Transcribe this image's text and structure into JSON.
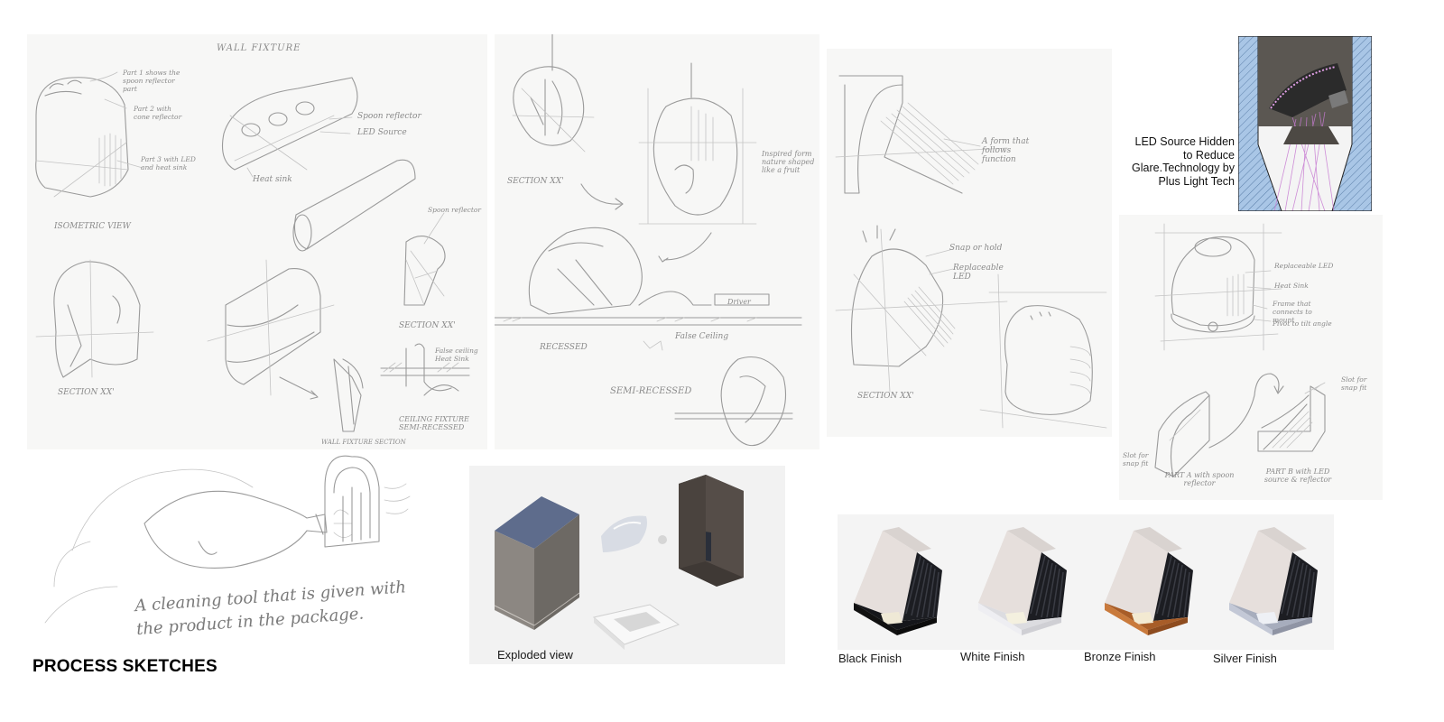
{
  "page": {
    "title": "PROCESS SKETCHES"
  },
  "sketch_labels": {
    "wall_fixture": "WALL FIXTURE",
    "isometric_view": "ISOMETRIC VIEW",
    "section_xx_1": "SECTION XX'",
    "section_xx_2": "SECTION XX'",
    "section_xx_3": "SECTION XX'",
    "section_xx_4": "SECTION XX'",
    "wall_fixture_section": "WALL FIXTURE SECTION",
    "ceiling_fixture": "CEILING FIXTURE SEMI-RECESSED",
    "recessed": "RECESSED",
    "semi_recessed": "SEMI-RECESSED",
    "false_ceiling": "False Ceiling",
    "driver": "Driver",
    "part1": "Part 1 shows the spoon reflector part",
    "part2": "Part 2 with cone reflector",
    "part3": "Part 3 with LED and heat sink",
    "spoon_reflector": "Spoon reflector",
    "led_source": "LED Source",
    "heat_sink": "Heat sink",
    "spoon_reflector_2": "Spoon reflector",
    "false_ceiling_heat_sink": "False ceiling Heat Sink",
    "inspired": "Inspired form nature shaped like a fruit",
    "form_follows": "A form that follows function",
    "snap_or_hold": "Snap or hold",
    "replaceable_led": "Replaceable LED",
    "replaceable_led_2": "Replaceable LED",
    "heat_sink_2": "Heat Sink",
    "frame_note": "Frame that connects to mount",
    "pivot_note": "Pivot to tilt angle",
    "slot_for_snap_fit": "Slot for snap fit",
    "slot_for_snap_fit_2": "Slot for snap fit",
    "part_a": "PART A with spoon reflector",
    "part_b": "PART B with LED source & reflector",
    "cleaning_tool": "A cleaning tool that is given with the product in the package."
  },
  "renders": {
    "exploded_view": "Exploded view",
    "tech_caption": "LED Source Hidden to Reduce Glare.Technology by Plus Light Tech",
    "finishes": [
      {
        "label": "Black Finish",
        "color": "#1a1a1a"
      },
      {
        "label": "White Finish",
        "color": "#e8e8ea"
      },
      {
        "label": "Bronze Finish",
        "color": "#b86a2e"
      },
      {
        "label": "Silver Finish",
        "color": "#b7bccb"
      }
    ]
  },
  "colors": {
    "pencil": "#9a9a9a",
    "paper": "#f7f7f6",
    "body_metal": "#e4dfdc",
    "heatsink": "#1c1d22",
    "tech_blue": "#a9c6e6",
    "light_beam": "#c77ad1"
  }
}
